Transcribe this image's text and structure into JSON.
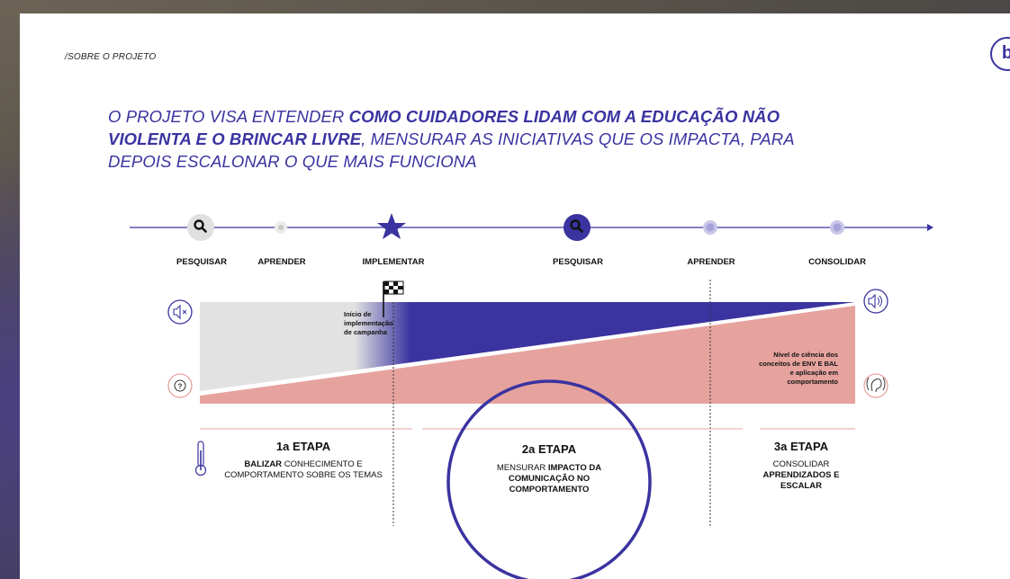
{
  "breadcrumb": "/SOBRE O PROJETO",
  "logo_letter": "b",
  "headline": {
    "part1": "O PROJETO VISA ENTENDER ",
    "bold": "COMO CUIDADORES LIDAM COM A EDUCAÇÃO NÃO VIOLENTA E O BRINCAR LIVRE",
    "part2": ",  MENSURAR AS INICIATIVAS QUE OS IMPACTA, PARA DEPOIS ESCALONAR O QUE MAIS FUNCIONA"
  },
  "timeline": {
    "steps": [
      "PESQUISAR",
      "APRENDER",
      "IMPLEMENTAR",
      "PESQUISAR",
      "APRENDER",
      "CONSOLIDAR"
    ]
  },
  "campaign_note": [
    "Início de",
    "implementação",
    "de campanha"
  ],
  "science_note": [
    "Nível de ciência dos",
    "conceitos de ENV E BAL",
    "e aplicação em",
    "comportamento"
  ],
  "stages": [
    {
      "title": "1a ETAPA",
      "bold": "BALIZAR",
      "text": " CONHECIMENTO E COMPORTAMENTO SOBRE OS TEMAS"
    },
    {
      "title": "2a ETAPA",
      "text": "MENSURAR ",
      "bold": "IMPACTO DA COMUNICAÇÃO NO COMPORTAMENTO"
    },
    {
      "title": "3a ETAPA",
      "text": "CONSOLIDAR ",
      "bold": "APRENDIZADOS E ESCALAR"
    }
  ],
  "colors": {
    "accent": "#3a33a0",
    "salmon": "#e6a39e",
    "grey": "#e2e2e2",
    "light_purple": "#b5b2dc"
  },
  "icons": [
    "search-icon",
    "star-icon",
    "checkered-flag-icon",
    "mute-speaker-icon",
    "loud-speaker-icon",
    "question-ear-icon",
    "ear-icon",
    "thermometer-icon"
  ]
}
